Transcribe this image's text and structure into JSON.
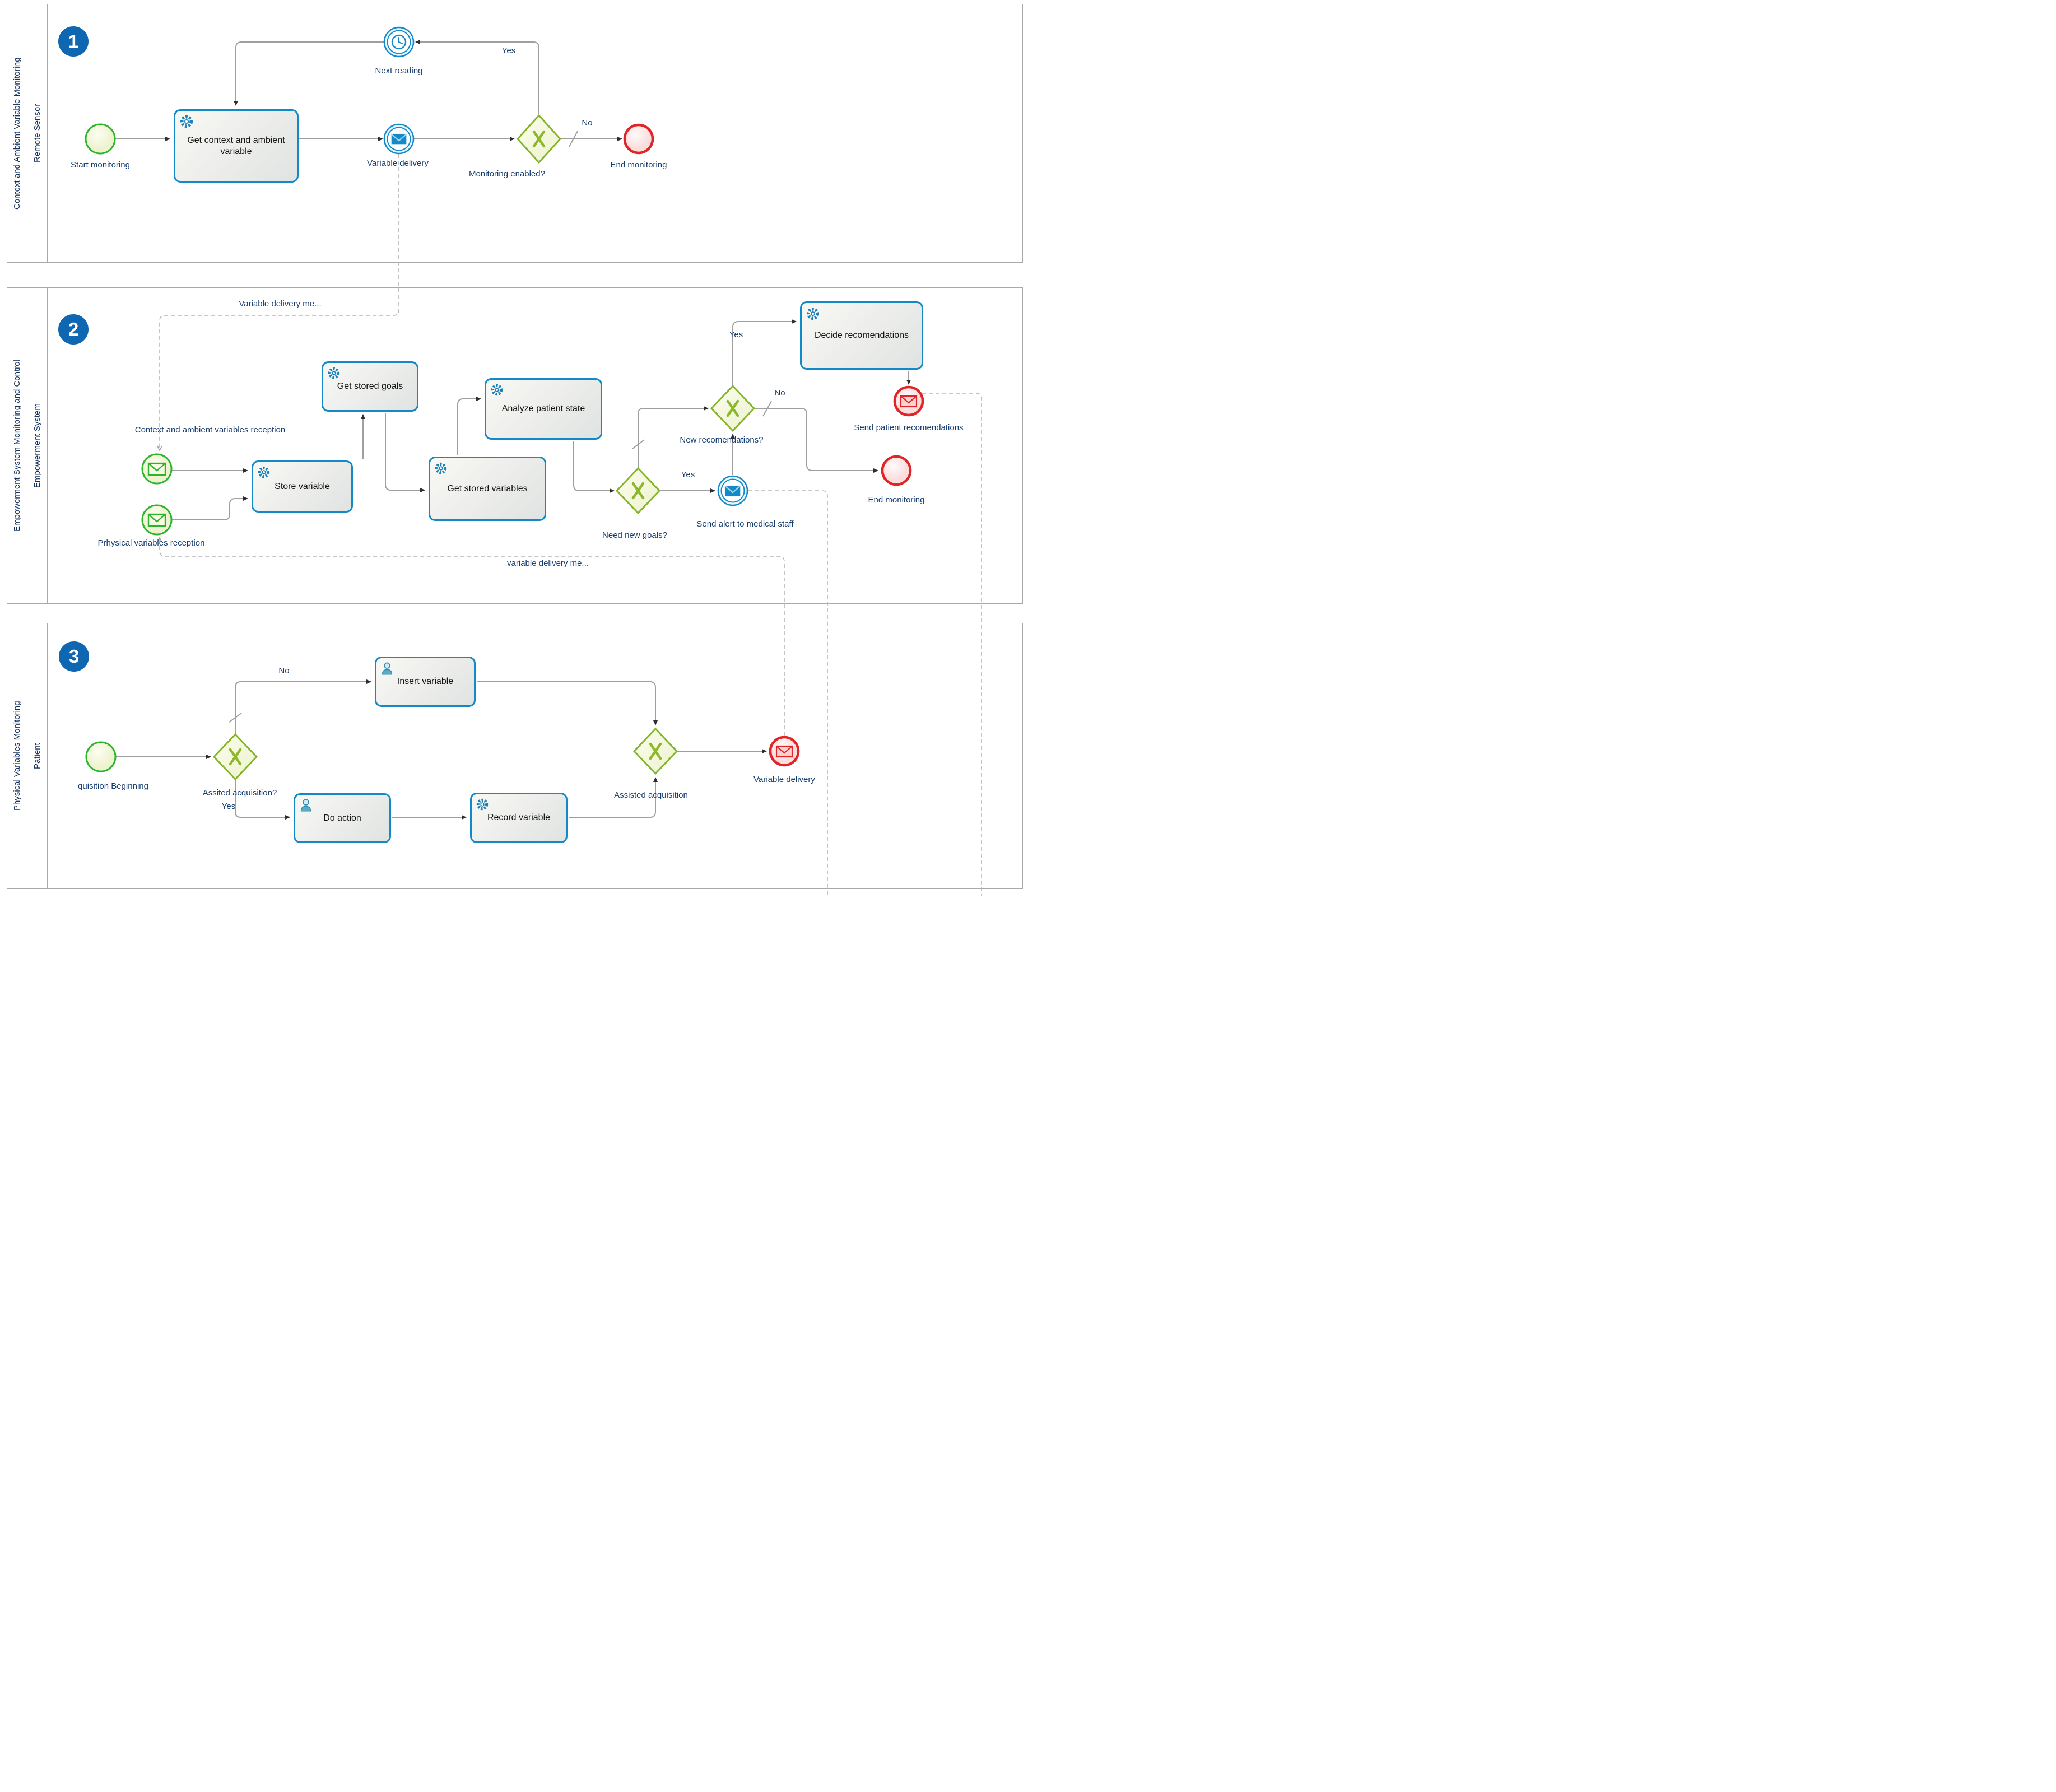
{
  "pools": [
    {
      "name": "Context and Ambient Variable Monitoring",
      "lane": "Remote Sensor",
      "badge": "1"
    },
    {
      "name": "Empowerment System Monitoring and Control",
      "lane": "Empowerment System",
      "badge": "2"
    },
    {
      "name": "Physical Variables Monitoring",
      "lane": "Patient",
      "badge": "3"
    }
  ],
  "pool1": {
    "start_label": "Start monitoring",
    "task_get_context": "Get context and ambient variable",
    "timer_label": "Next reading",
    "message_label": "Variable delivery",
    "gateway_label": "Monitoring enabled?",
    "gateway_yes": "Yes",
    "gateway_no": "No",
    "end_label": "End monitoring"
  },
  "pool2": {
    "msgflow_in_label": "Variable delivery me...",
    "start_context_label": "Context and ambient variables reception",
    "start_physical_label": "Prhysical variables reception",
    "task_store": "Store variable",
    "task_goals": "Get stored goals",
    "task_variables": "Get stored variables",
    "task_analyze": "Analyze patient state",
    "gw_goals_label": "Need new goals?",
    "gw_goals_yes": "Yes",
    "send_alert_label": "Send alert to medical staff",
    "gw_reco_label": "New recomendations?",
    "gw_reco_yes": "Yes",
    "gw_reco_no": "No",
    "task_decide": "Decide recomendations",
    "send_reco_label": "Send patient recomendations",
    "end_label": "End monitoring",
    "msgflow_out_label": "variable delivery me..."
  },
  "pool3": {
    "start_label": "quisition Beginning",
    "gw1_label": "Assited acquisition?",
    "gw1_no": "No",
    "gw1_yes": "Yes",
    "task_insert": "Insert variable",
    "task_do": "Do action",
    "task_record": "Record variable",
    "gw2_label": "Assisted acquisition",
    "end_label": "Variable delivery"
  },
  "colors": {
    "task_border": "#1489c8",
    "event_green": "#2cb52c",
    "event_red": "#e02528",
    "gateway_green": "#83b526",
    "badge_blue": "#0f67b1",
    "label_blue": "#173e70",
    "flow_gray": "#9f9f9f"
  }
}
